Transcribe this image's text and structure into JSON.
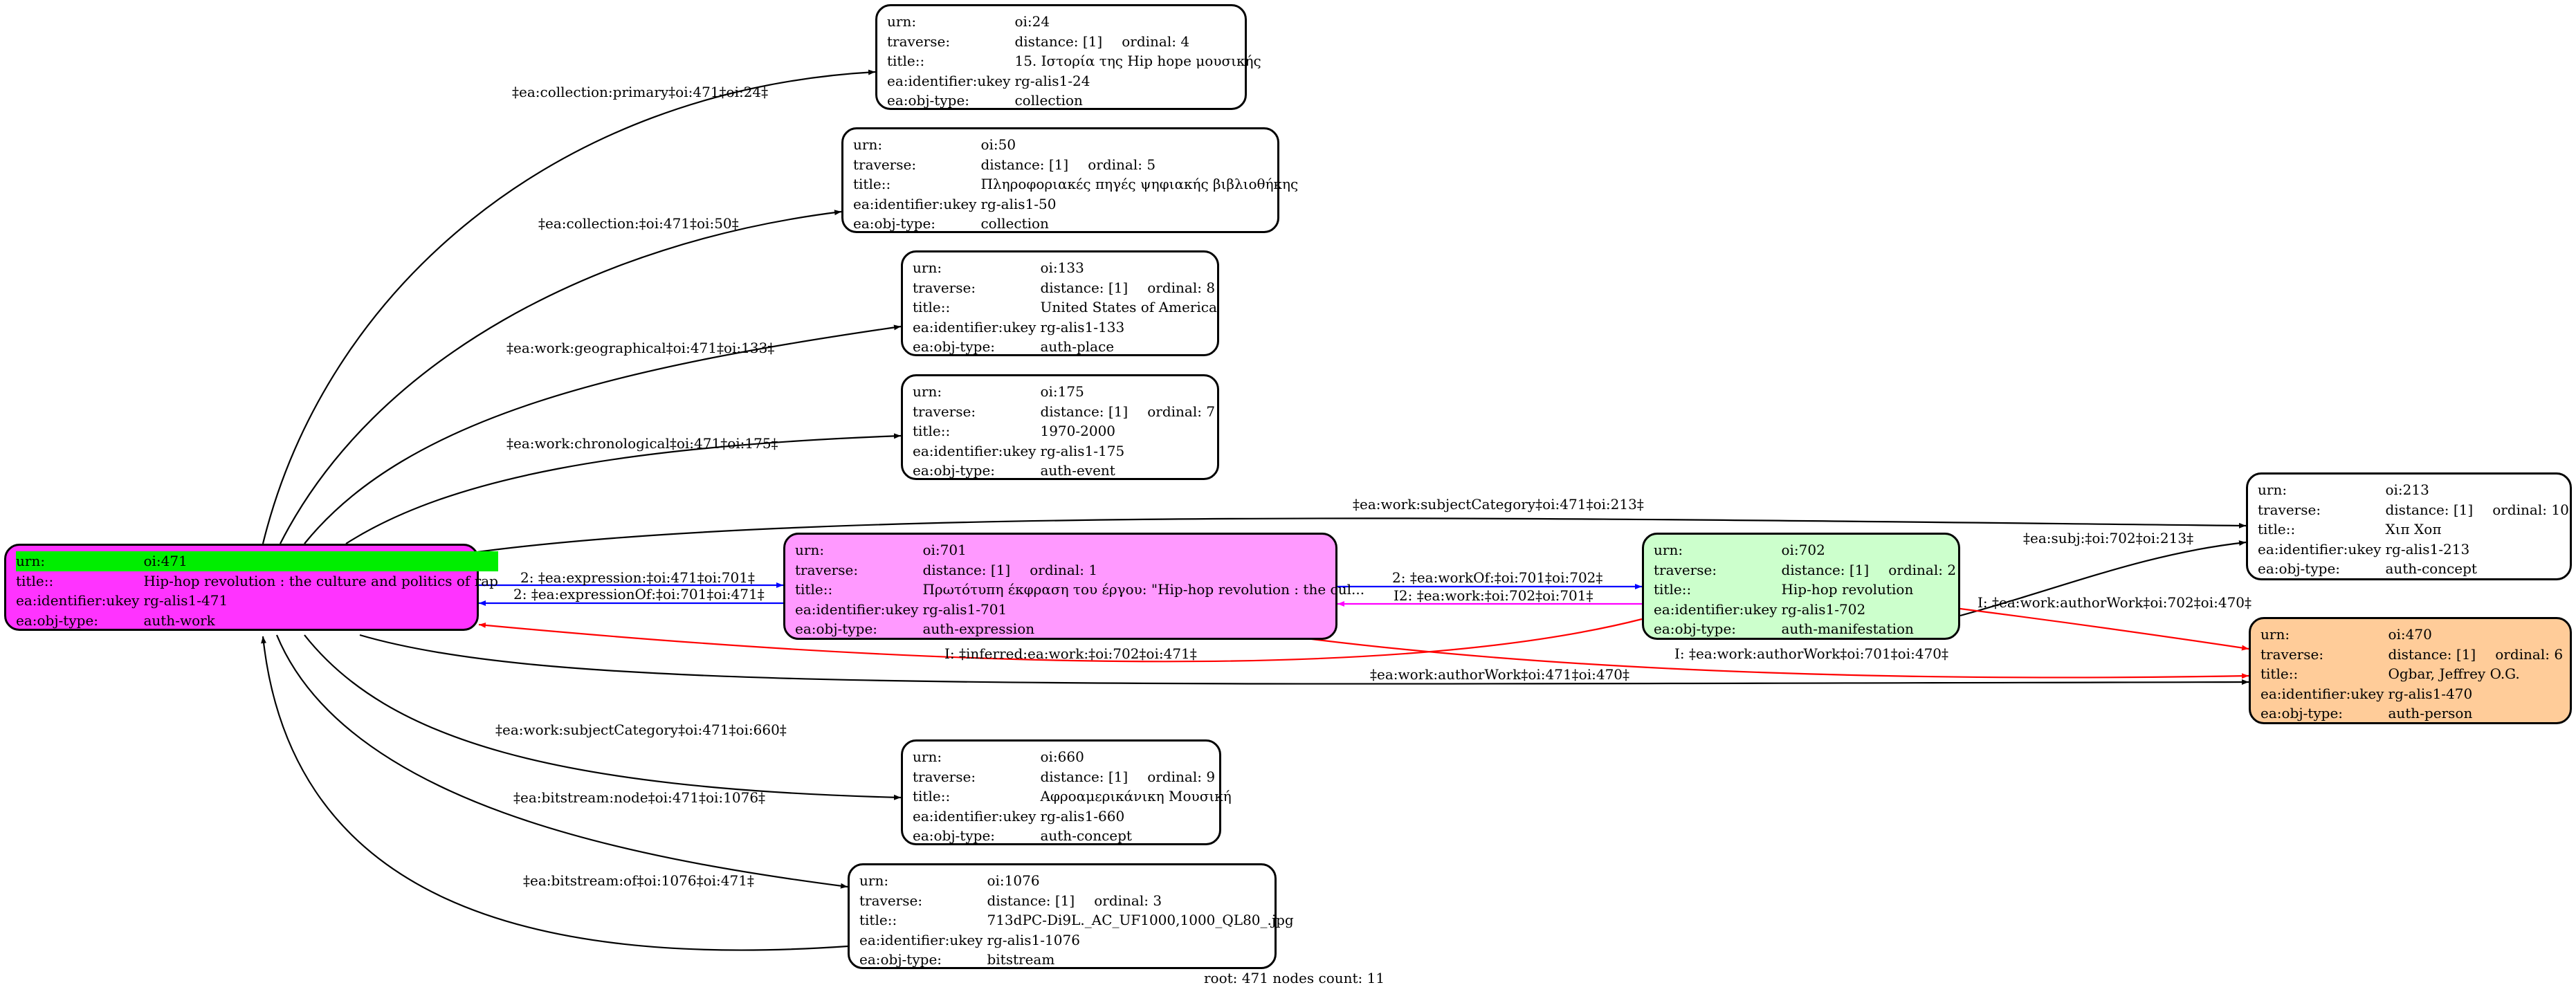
{
  "nodes": {
    "oi24": {
      "urn": "oi:24",
      "distance": "distance: [1]",
      "ordinal": "ordinal: 4",
      "title": "15. Ιστορία της Hip hope μουσικής",
      "ukey": "rg-alis1-24",
      "objtype": "collection"
    },
    "oi50": {
      "urn": "oi:50",
      "distance": "distance: [1]",
      "ordinal": "ordinal: 5",
      "title": "Πληροφοριακές πηγές ψηφιακής βιβλιοθήκης",
      "ukey": "rg-alis1-50",
      "objtype": "collection"
    },
    "oi133": {
      "urn": "oi:133",
      "distance": "distance: [1]",
      "ordinal": "ordinal: 8",
      "title": "United States of America",
      "ukey": "rg-alis1-133",
      "objtype": "auth-place"
    },
    "oi175": {
      "urn": "oi:175",
      "distance": "distance: [1]",
      "ordinal": "ordinal: 7",
      "title": "1970-2000",
      "ukey": "rg-alis1-175",
      "objtype": "auth-event"
    },
    "oi471": {
      "urn": "oi:471",
      "title": "Hip-hop revolution : the culture and politics of rap",
      "ukey": "rg-alis1-471",
      "objtype": "auth-work"
    },
    "oi701": {
      "urn": "oi:701",
      "distance": "distance: [1]",
      "ordinal": "ordinal: 1",
      "title": "Πρωτότυπη έκφραση του έργου: \"Hip-hop revolution : the cul...",
      "ukey": "rg-alis1-701",
      "objtype": "auth-expression"
    },
    "oi702": {
      "urn": "oi:702",
      "distance": "distance: [1]",
      "ordinal": "ordinal: 2",
      "title": "Hip-hop revolution",
      "ukey": "rg-alis1-702",
      "objtype": "auth-manifestation"
    },
    "oi213": {
      "urn": "oi:213",
      "distance": "distance: [1]",
      "ordinal": "ordinal: 10",
      "title": "Χιπ Χοπ",
      "ukey": "rg-alis1-213",
      "objtype": "auth-concept"
    },
    "oi470": {
      "urn": "oi:470",
      "distance": "distance: [1]",
      "ordinal": "ordinal: 6",
      "title": "Ogbar, Jeffrey O.G.",
      "ukey": "rg-alis1-470",
      "objtype": "auth-person"
    },
    "oi660": {
      "urn": "oi:660",
      "distance": "distance: [1]",
      "ordinal": "ordinal: 9",
      "title": "Αφροαμερικάνικη Μουσική",
      "ukey": "rg-alis1-660",
      "objtype": "auth-concept"
    },
    "oi1076": {
      "urn": "oi:1076",
      "distance": "distance: [1]",
      "ordinal": "ordinal: 3",
      "title": "713dPC-Di9L._AC_UF1000,1000_QL80_.jpg",
      "ukey": "rg-alis1-1076",
      "objtype": "bitstream"
    }
  },
  "field_labels": {
    "urn": "urn:",
    "traverse": "traverse:",
    "title": "title::",
    "ukey": "ea:identifier:ukey",
    "objtype": "ea:obj-type:"
  },
  "edges": {
    "e24": "‡ea:collection:primary‡oi:471‡oi:24‡",
    "e50": "‡ea:collection:‡oi:471‡oi:50‡",
    "e133": "‡ea:work:geographical‡oi:471‡oi:133‡",
    "e175": "‡ea:work:chronological‡oi:471‡oi:175‡",
    "e213a": "‡ea:work:subjectCategory‡oi:471‡oi:213‡",
    "e701": "2: ‡ea:expression:‡oi:471‡oi:701‡",
    "e701b": "2: ‡ea:expressionOf:‡oi:701‡oi:471‡",
    "e702": "2: ‡ea:workOf:‡oi:701‡oi:702‡",
    "e702b": "I2: ‡ea:work:‡oi:702‡oi:701‡",
    "e213b": "‡ea:subj:‡oi:702‡oi:213‡",
    "e470a": "I: ‡ea:work:authorWork‡oi:702‡oi:470‡",
    "einf": "I: ‡inferred:ea:work:‡oi:702‡oi:471‡",
    "e470b": "I: ‡ea:work:authorWork‡oi:701‡oi:470‡",
    "e470c": "‡ea:work:authorWork‡oi:471‡oi:470‡",
    "e660": "‡ea:work:subjectCategory‡oi:471‡oi:660‡",
    "e1076": "‡ea:bitstream:node‡oi:471‡oi:1076‡",
    "e1076b": "‡ea:bitstream:of‡oi:1076‡oi:471‡"
  },
  "footer": "root: 471 nodes count: 11",
  "colors": {
    "root": "#ff33ff",
    "root_highlight": "#00ee00",
    "expression": "#ff99ff",
    "manifestation": "#ccffcc",
    "person": "#ffcc99",
    "blue_edge": "#0000ff",
    "red_edge": "#ff0000",
    "magenta_edge": "#ff00ff"
  }
}
